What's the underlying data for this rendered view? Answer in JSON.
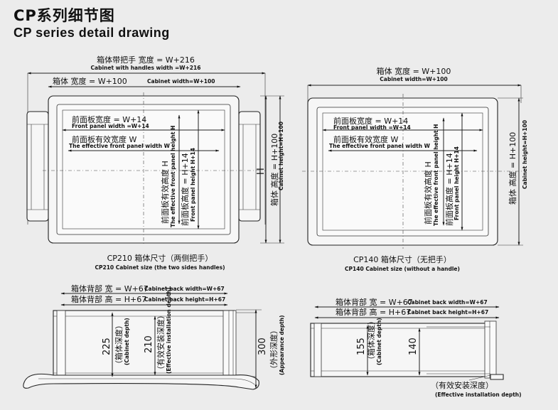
{
  "header": {
    "title_cn": "CP系列细节图",
    "title_en": "CP series detail drawing"
  },
  "cp210": {
    "handle_width_cn": "箱体带把手  宽度 = W+216",
    "handle_width_en": "Cabinet with handles width =W+216",
    "cab_width_cn": "箱体  宽度 = W+100",
    "cab_width_en": "Cabinet width=W+100",
    "front_w_cn": "前面板宽度 = W+14",
    "front_w_en": "Front panel width =W+14",
    "eff_w_cn": "前面板有效宽度  W",
    "eff_w_en": "The effective front panel width W",
    "eff_h_cn": "前面板有效高度  H",
    "eff_h_en": "The effective front panel height H",
    "front_h_cn": "前面板高度 = H+14",
    "front_h_en": "Front panel height H+14",
    "h_label": "H",
    "cab_h_cn": "箱体  高度 = H+100",
    "cab_h_en": "Cabinet height=H+100",
    "caption_cn": "CP210 箱体尺寸（两侧把手）",
    "caption_en": "CP210 Cabinet size (the two sides handles)"
  },
  "cp140": {
    "cab_width_cn": "箱体  宽度 = W+100",
    "cab_width_en": "Cabinet width=W+100",
    "front_w_cn": "前面板宽度 = W+14",
    "front_w_en": "Front panel width =W+14",
    "eff_w_cn": "前面板有效宽度  W",
    "eff_w_en": "The effective front panel width W",
    "eff_h_cn": "前面板有效高度  H",
    "eff_h_en": "The effective front panel height H",
    "front_h_cn": "前面板高度 = H+14",
    "front_h_en": "Front panel height H+14",
    "cab_h_cn": "箱体  高度 = H+100",
    "cab_h_en": "Cabinet height=H+100",
    "caption_cn": "CP140 箱体尺寸（无把手）",
    "caption_en": "CP140 Cabinet size (without a handle)"
  },
  "side210": {
    "back_w_cn": "箱体背部  宽 = W+67",
    "back_w_en": "Cabinet back width=W+67",
    "back_h_cn": "箱体背部  高 = H+67",
    "back_h_en": "Cabinet back height=H+67",
    "depth_val": "225",
    "depth_cn": "（箱体深度）",
    "depth_en": "(Cabinet depth)",
    "eff_val": "210",
    "eff_cn": "（有效安装深度）",
    "eff_en": "(Effective installation depth)",
    "app_val": "300",
    "app_cn": "（外形深度）",
    "app_en": "(Appearance depth)"
  },
  "side140": {
    "back_w_cn": "箱体背部  宽 = W+67",
    "back_w_en": "Cabinet back width=W+67",
    "back_h_cn": "箱体背部  高 = H+67",
    "back_h_en": "Cabinet back height=H+67",
    "depth_val": "155",
    "depth_cn": "（箱体深度）",
    "depth_en": "(Cabinet depth)",
    "eff_val": "140",
    "eff_cn": "（有效安装深度）",
    "eff_en": "(Effective installation depth)"
  }
}
